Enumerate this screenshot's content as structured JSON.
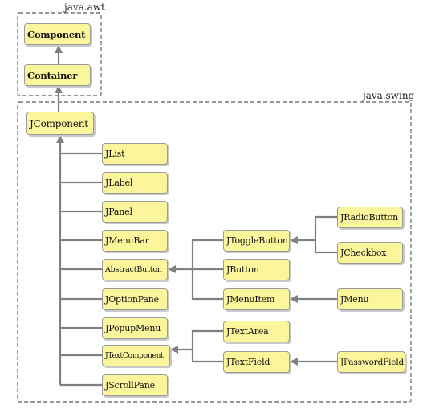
{
  "groups": {
    "awt": "java.awt",
    "swing": "java.swing"
  },
  "nodes": {
    "component": "Component",
    "container": "Container",
    "jcomponent": "JComponent",
    "jlist": "JList",
    "jlabel": "JLabel",
    "jpanel": "JPanel",
    "jmenubar": "JMenuBar",
    "abstractbutton": "AbstractButton",
    "joptionpane": "JOptionPane",
    "jpopupmenu": "JPopupMenu",
    "jtextcomponent": "JTextComponent",
    "jscrollpane": "JScrollPane",
    "jtogglebutton": "JToggleButton",
    "jbutton": "JButton",
    "jmenuitem": "JMenuItem",
    "jtextarea": "JTextArea",
    "jtextfield": "JTextField",
    "jradiobutton": "JRadioButton",
    "jcheckbox": "JCheckbox",
    "jmenu": "JMenu",
    "jpasswordfield": "JPasswordField"
  },
  "colors": {
    "node_fill": "#fbf59b",
    "line": "#808080",
    "group_border": "#777777"
  }
}
